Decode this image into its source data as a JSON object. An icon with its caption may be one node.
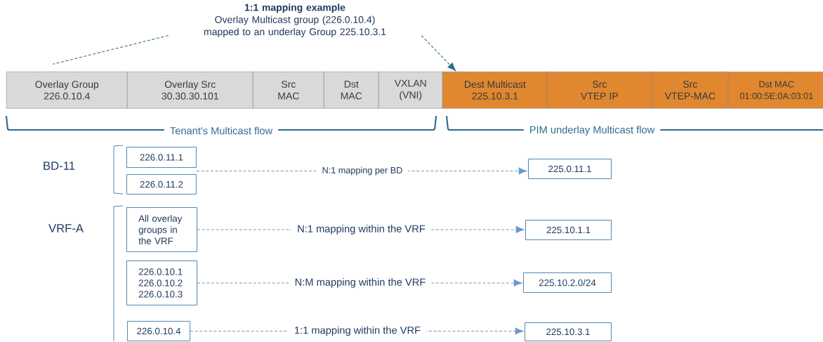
{
  "diagram": {
    "nodes": [
      {
        "text": [
          "1:1 mapping example",
          "Overlay Multicast group (226.0.10.4) mapped to an underlay Group 225.10.3.1"
        ]
      },
      {
        "text": [
          "Overlay Group",
          "226.0.10.4"
        ]
      },
      {
        "text": [
          "Overlay Src",
          "30.30.30.101"
        ]
      },
      {
        "text": [
          "Src",
          "MAC"
        ]
      },
      {
        "text": [
          "Dst",
          "MAC"
        ]
      },
      {
        "text": [
          "VXLAN",
          "(VNI)"
        ]
      },
      {
        "text": [
          "Dest Multicast",
          "225.10.3.1"
        ]
      },
      {
        "text": [
          "Src",
          "VTEP IP"
        ]
      },
      {
        "text": [
          "Src",
          "VTEP-MAC"
        ]
      },
      {
        "text": [
          "Dst MAC",
          "01:00:5E:0A:03:01"
        ]
      },
      {
        "text": [
          "226.0.11.1"
        ]
      },
      {
        "text": [
          "226.0.11.2"
        ]
      },
      {
        "text": [
          "225.0.11.1"
        ]
      },
      {
        "text": [
          "All overlay groups in the VRF"
        ]
      },
      {
        "text": [
          "225.10.1.1"
        ]
      },
      {
        "text": [
          "226.0.10.1 226.0.10.2 226.0.10.3"
        ]
      },
      {
        "text": [
          "225.10.2.0/24"
        ]
      },
      {
        "text": [
          "226.0.10.4"
        ]
      },
      {
        "text": [
          "225.10.3.1"
        ]
      }
    ],
    "edges": [
      {
        "from": 0,
        "to": 1,
        "arrow": "none",
        "style": "dashed",
        "color": "#2e6b8f"
      },
      {
        "from": 0,
        "to": 6,
        "arrow": "to",
        "style": "dashed",
        "color": "#2e6b8f"
      },
      {
        "from": 10,
        "to": 12,
        "arrow": "to",
        "style": "dashed",
        "label": "N:1 mapping per BD"
      },
      {
        "from": 11,
        "to": 12,
        "arrow": "to",
        "style": "dashed"
      },
      {
        "from": 13,
        "to": 14,
        "arrow": "to",
        "style": "dashed",
        "label": "N:1 mapping within the VRF"
      },
      {
        "from": 15,
        "to": 16,
        "arrow": "to",
        "style": "dashed",
        "label": "N:M mapping within the VRF"
      },
      {
        "from": 17,
        "to": 18,
        "arrow": "to",
        "style": "dashed",
        "label": "1:1 mapping within the VRF"
      }
    ],
    "labels": [
      "Tenant's Multicast flow",
      "PIM underlay Multicast flow",
      "BD-11",
      "VRF-A"
    ]
  }
}
